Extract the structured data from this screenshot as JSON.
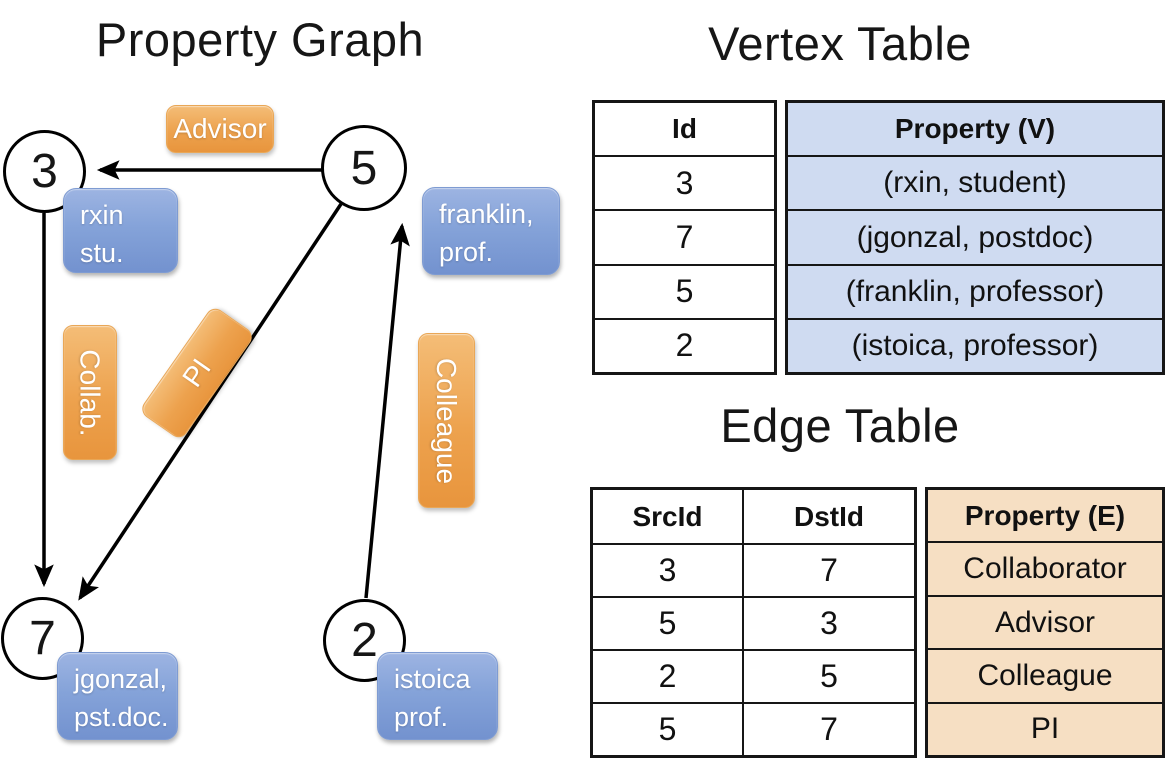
{
  "graph": {
    "title": "Property Graph",
    "nodes": [
      {
        "id": "3",
        "line1": "rxin",
        "line2": "stu."
      },
      {
        "id": "5",
        "line1": "franklin,",
        "line2": "prof."
      },
      {
        "id": "7",
        "line1": "jgonzal,",
        "line2": "pst.doc."
      },
      {
        "id": "2",
        "line1": "istoica",
        "line2": "prof."
      }
    ],
    "edge_labels": {
      "advisor": "Advisor",
      "collab": "Collab.",
      "pi": "PI",
      "colleague": "Colleague"
    }
  },
  "vertex_table": {
    "title": "Vertex Table",
    "columns": {
      "id": "Id",
      "property": "Property (V)"
    },
    "rows": [
      {
        "id": "3",
        "property": "(rxin, student)"
      },
      {
        "id": "7",
        "property": "(jgonzal, postdoc)"
      },
      {
        "id": "5",
        "property": "(franklin, professor)"
      },
      {
        "id": "2",
        "property": "(istoica, professor)"
      }
    ]
  },
  "edge_table": {
    "title": "Edge Table",
    "columns": {
      "src": "SrcId",
      "dst": "DstId",
      "property": "Property (E)"
    },
    "rows": [
      {
        "src": "3",
        "dst": "7",
        "property": "Collaborator"
      },
      {
        "src": "5",
        "dst": "3",
        "property": "Advisor"
      },
      {
        "src": "2",
        "dst": "5",
        "property": "Colleague"
      },
      {
        "src": "5",
        "dst": "7",
        "property": "PI"
      }
    ]
  },
  "colors": {
    "edge_label_orange": "#EDA24E",
    "vertex_box_blue": "#85A3D9",
    "vertex_cell_blue": "#CFDBF1",
    "edge_cell_tan": "#F6DFC3",
    "line_black": "#161616"
  }
}
